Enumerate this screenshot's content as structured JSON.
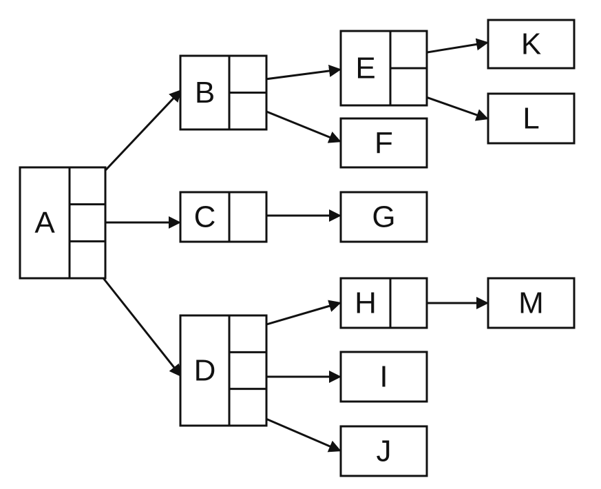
{
  "diagram": {
    "nodes": [
      {
        "id": "A",
        "label": "A",
        "pointer_slots": 3
      },
      {
        "id": "B",
        "label": "B",
        "pointer_slots": 2
      },
      {
        "id": "C",
        "label": "C",
        "pointer_slots": 1
      },
      {
        "id": "D",
        "label": "D",
        "pointer_slots": 3
      },
      {
        "id": "E",
        "label": "E",
        "pointer_slots": 2
      },
      {
        "id": "F",
        "label": "F",
        "pointer_slots": 0
      },
      {
        "id": "G",
        "label": "G",
        "pointer_slots": 0
      },
      {
        "id": "H",
        "label": "H",
        "pointer_slots": 1
      },
      {
        "id": "I",
        "label": "I",
        "pointer_slots": 0
      },
      {
        "id": "J",
        "label": "J",
        "pointer_slots": 0
      },
      {
        "id": "K",
        "label": "K",
        "pointer_slots": 0
      },
      {
        "id": "L",
        "label": "L",
        "pointer_slots": 0
      },
      {
        "id": "M",
        "label": "M",
        "pointer_slots": 0
      }
    ],
    "edges": [
      {
        "from": "A",
        "slot": 0,
        "to": "B"
      },
      {
        "from": "A",
        "slot": 1,
        "to": "C"
      },
      {
        "from": "A",
        "slot": 2,
        "to": "D"
      },
      {
        "from": "B",
        "slot": 0,
        "to": "E"
      },
      {
        "from": "B",
        "slot": 1,
        "to": "F"
      },
      {
        "from": "C",
        "slot": 0,
        "to": "G"
      },
      {
        "from": "D",
        "slot": 0,
        "to": "H"
      },
      {
        "from": "D",
        "slot": 1,
        "to": "I"
      },
      {
        "from": "D",
        "slot": 2,
        "to": "J"
      },
      {
        "from": "E",
        "slot": 0,
        "to": "K"
      },
      {
        "from": "E",
        "slot": 1,
        "to": "L"
      },
      {
        "from": "H",
        "slot": 0,
        "to": "M"
      }
    ],
    "colors": {
      "stroke": "#111111",
      "background": "#ffffff"
    }
  }
}
